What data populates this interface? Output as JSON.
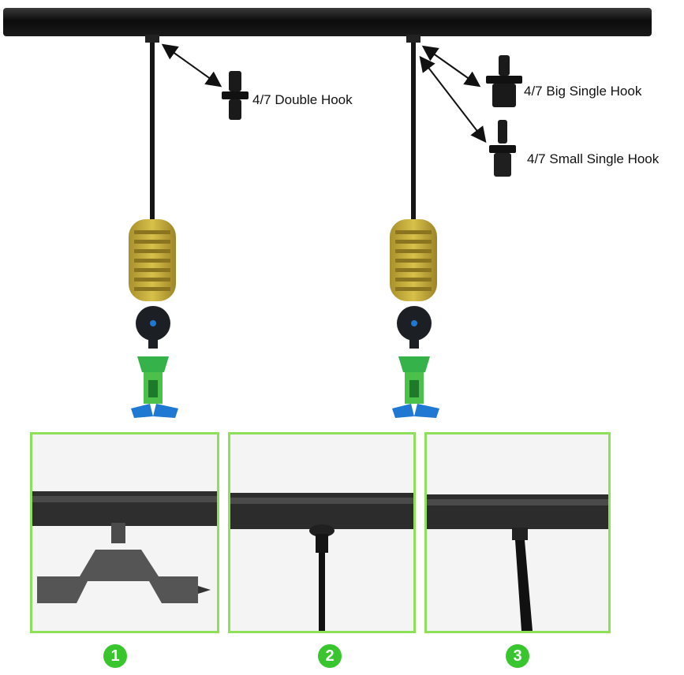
{
  "labels": {
    "double_hook": "4/7 Double Hook",
    "big_single_hook": "4/7 Big Single Hook",
    "small_single_hook": "4/7 Small Single Hook"
  },
  "steps": [
    "1",
    "2",
    "3"
  ],
  "colors": {
    "panel_border": "#8ee05a",
    "step_badge": "#39c52e",
    "weight": "#c9b03a",
    "valve": "#1c1f24",
    "nozzle": "#35b34a",
    "deflector": "#1f78d1",
    "pipe": "#111111"
  }
}
